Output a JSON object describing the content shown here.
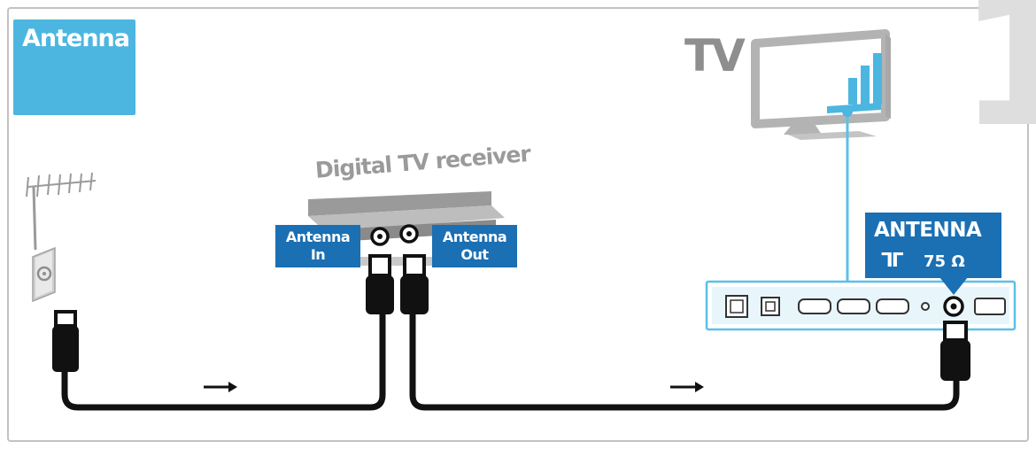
{
  "antenna_badge": {
    "title": "Antenna",
    "icon": "coax-socket-icon"
  },
  "tv": {
    "label": "TV",
    "icon": "tv-monitor-icon"
  },
  "step": {
    "number": "1"
  },
  "receiver": {
    "title": "Digital TV receiver",
    "port_in": {
      "line1": "Antenna",
      "line2": "In"
    },
    "port_out": {
      "line1": "Antenna",
      "line2": "Out"
    }
  },
  "tv_port": {
    "title": "ANTENNA",
    "symbol": "ᒣᒥ",
    "impedance": "75 Ω"
  },
  "colors": {
    "accent_light": "#4cb6e0",
    "accent_dark": "#1b6fb3",
    "cable": "#111111",
    "device_gray": "#a6a6a6",
    "panel_line": "#5bc0e8"
  },
  "connections": [
    {
      "from": "wall-antenna-outlet",
      "to": "receiver-antenna-in",
      "direction": "right-arrow-icon"
    },
    {
      "from": "receiver-antenna-out",
      "to": "tv-antenna-port",
      "direction": "right-arrow-icon"
    }
  ]
}
